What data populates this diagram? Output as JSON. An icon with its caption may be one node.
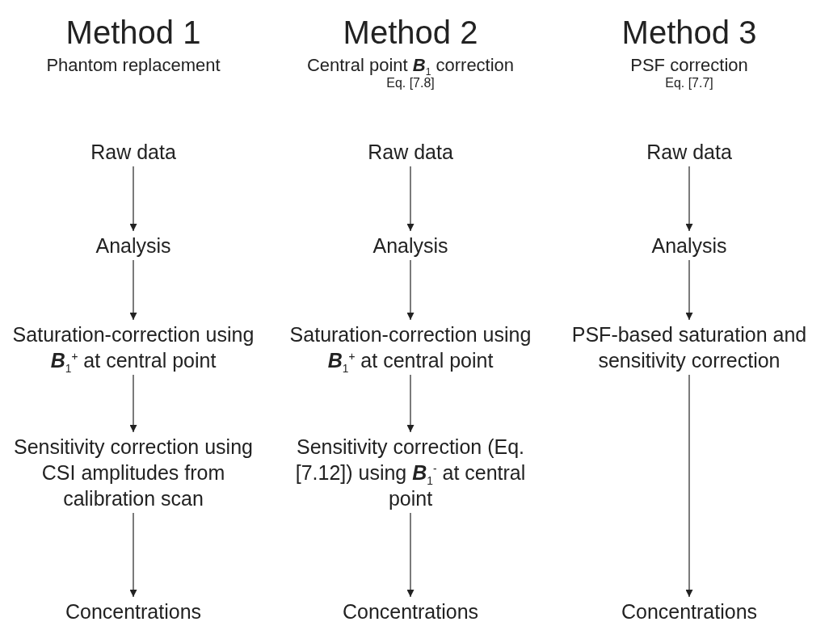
{
  "diagram": {
    "nodes": [
      {
        "text": [
          "Raw data"
        ]
      },
      {
        "text": [
          "Analysis"
        ]
      },
      {
        "text": [
          "Saturation-correction using **B**$_{1}$$^{+}$ at central point"
        ]
      },
      {
        "text": [
          "Sensitivity correction using CSI amplitudes from calibration scan"
        ]
      },
      {
        "text": [
          "Concentrations"
        ]
      },
      {
        "text": [
          "Raw data"
        ]
      },
      {
        "text": [
          "Analysis"
        ]
      },
      {
        "text": [
          "Saturation-correction using **B**$_{1}$$^{+}$ at central point"
        ]
      },
      {
        "text": [
          "Sensitivity correction (Eq. [7.12]) using **B**$_{1}$$^{-}$ at central point"
        ]
      },
      {
        "text": [
          "Concentrations"
        ]
      },
      {
        "text": [
          "Raw data"
        ]
      },
      {
        "text": [
          "Analysis"
        ]
      },
      {
        "text": [
          "PSF-based saturation and sensitivity correction"
        ]
      },
      {
        "text": [
          "Concentrations"
        ]
      }
    ],
    "edges": [
      {
        "from": 0,
        "to": 1,
        "arrow": "to"
      },
      {
        "from": 1,
        "to": 2,
        "arrow": "to"
      },
      {
        "from": 2,
        "to": 3,
        "arrow": "to"
      },
      {
        "from": 3,
        "to": 4,
        "arrow": "to"
      },
      {
        "from": 5,
        "to": 6,
        "arrow": "to"
      },
      {
        "from": 6,
        "to": 7,
        "arrow": "to"
      },
      {
        "from": 7,
        "to": 8,
        "arrow": "to"
      },
      {
        "from": 8,
        "to": 9,
        "arrow": "to"
      },
      {
        "from": 10,
        "to": 11,
        "arrow": "to"
      },
      {
        "from": 11,
        "to": 12,
        "arrow": "to"
      },
      {
        "from": 12,
        "to": 13,
        "arrow": "to"
      }
    ],
    "labels": [
      "Method 1",
      "Phantom replacement",
      "Method 2",
      "Central point **B**$_{1}$ correction",
      "Eq. [7.8]",
      "Method 3",
      "PSF correction",
      "Eq. [7.7]"
    ]
  }
}
